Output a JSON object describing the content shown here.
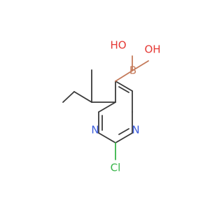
{
  "molecule": {
    "atoms": {
      "boron": {
        "label": "B",
        "color": "#c47a5a"
      },
      "hydroxyl_left": {
        "label": "HO",
        "color": "#e53935"
      },
      "hydroxyl_right": {
        "label": "OH",
        "color": "#e53935"
      },
      "nitrogen_left": {
        "label": "N",
        "color": "#3b5bdb"
      },
      "nitrogen_right": {
        "label": "N",
        "color": "#3b5bdb"
      },
      "chlorine": {
        "label": "Cl",
        "color": "#39b54a"
      }
    },
    "colors": {
      "bond": "#3a3a3a",
      "background": "#ffffff"
    }
  }
}
